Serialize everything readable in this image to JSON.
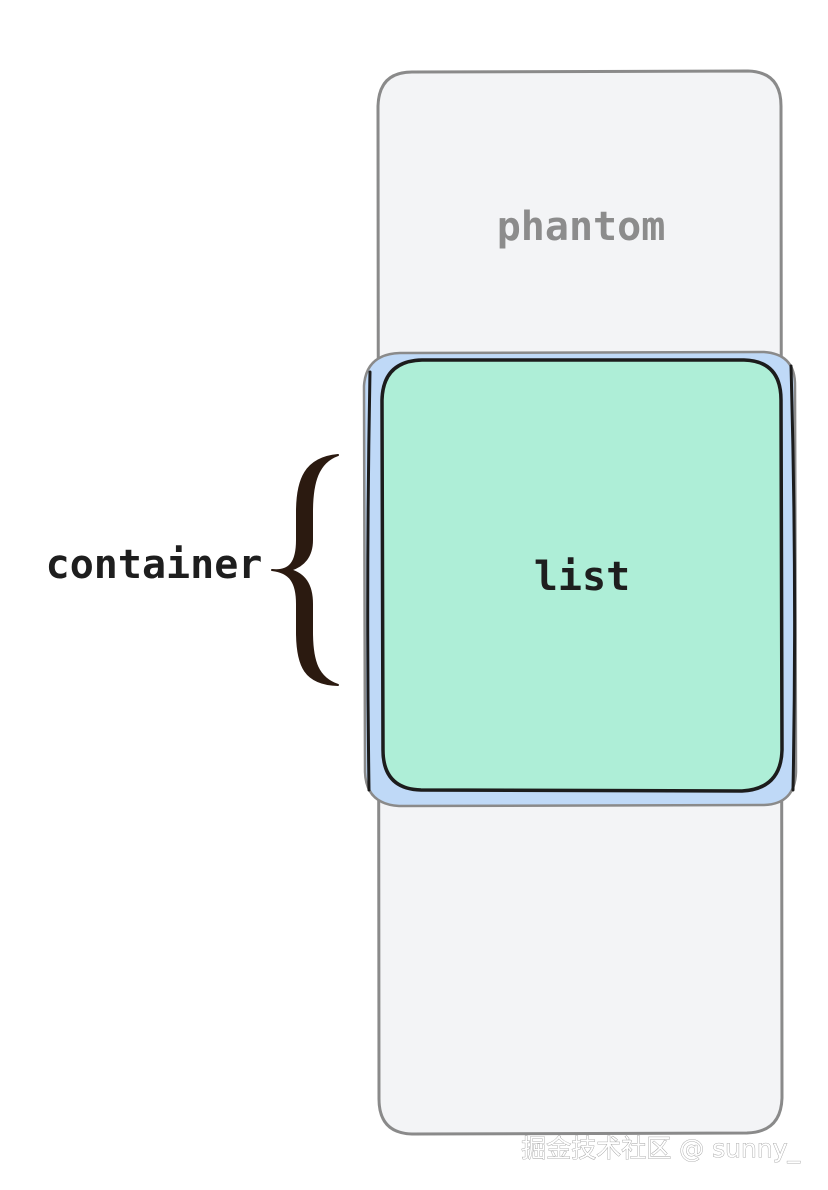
{
  "diagram": {
    "phantom_label": "phantom",
    "list_label": "list",
    "container_label": "container",
    "watermark": "掘金技术社区 @ sunny_"
  },
  "colors": {
    "phantom_fill": "#f3f4f6",
    "phantom_stroke": "#8a8a8a",
    "phantom_text": "#8c8c8c",
    "container_fill": "#bfd9f7",
    "container_stroke": "#1c1c1c",
    "list_fill": "#aeeed7",
    "list_stroke": "#1c1c1c",
    "text": "#1e1e1e",
    "brace": "#2b1a10",
    "watermark": "#ffffff"
  }
}
